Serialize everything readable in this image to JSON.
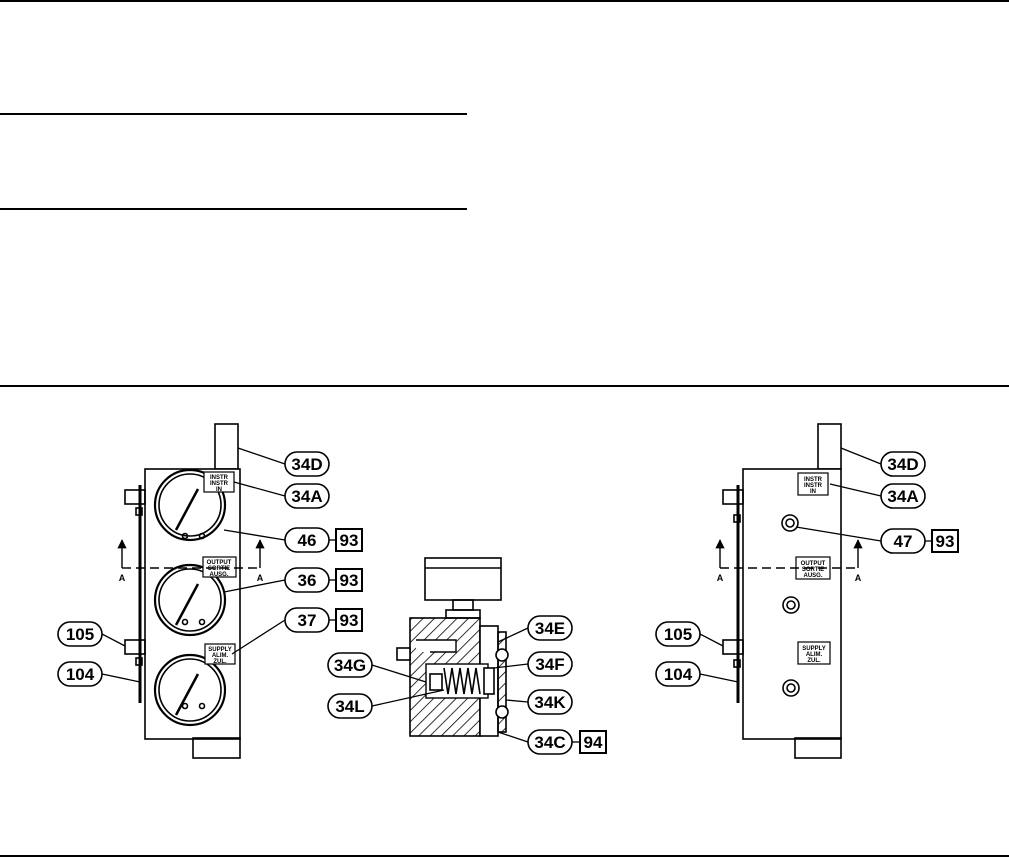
{
  "figure": {
    "section_marker": "A",
    "left_view": {
      "callouts": {
        "c34D": "34D",
        "c34A": "34A",
        "c46": "46",
        "c36": "36",
        "c37": "37",
        "c105": "105",
        "c104": "104"
      },
      "ref_boxes": {
        "r93a": "93",
        "r93b": "93",
        "r93c": "93"
      },
      "plate_instr": [
        "INSTR",
        "INSTR",
        "IN"
      ],
      "plate_output": [
        "OUTPUT",
        "SORTIE",
        "AUSG."
      ],
      "plate_supply": [
        "SUPPLY",
        "ALIM.",
        "ZUL."
      ]
    },
    "center_view": {
      "callouts": {
        "c34E": "34E",
        "c34F": "34F",
        "c34G": "34G",
        "c34K": "34K",
        "c34L": "34L",
        "c34C": "34C"
      },
      "ref_boxes": {
        "r94": "94"
      }
    },
    "right_view": {
      "callouts": {
        "c34D": "34D",
        "c34A": "34A",
        "c47": "47",
        "c105": "105",
        "c104": "104"
      },
      "ref_boxes": {
        "r93": "93"
      },
      "plate_instr": [
        "INSTR",
        "INSTR",
        "IN"
      ],
      "plate_output": [
        "OUTPUT",
        "SORTIE",
        "AUSG."
      ],
      "plate_supply": [
        "SUPPLY",
        "ALIM.",
        "ZUL."
      ]
    }
  }
}
